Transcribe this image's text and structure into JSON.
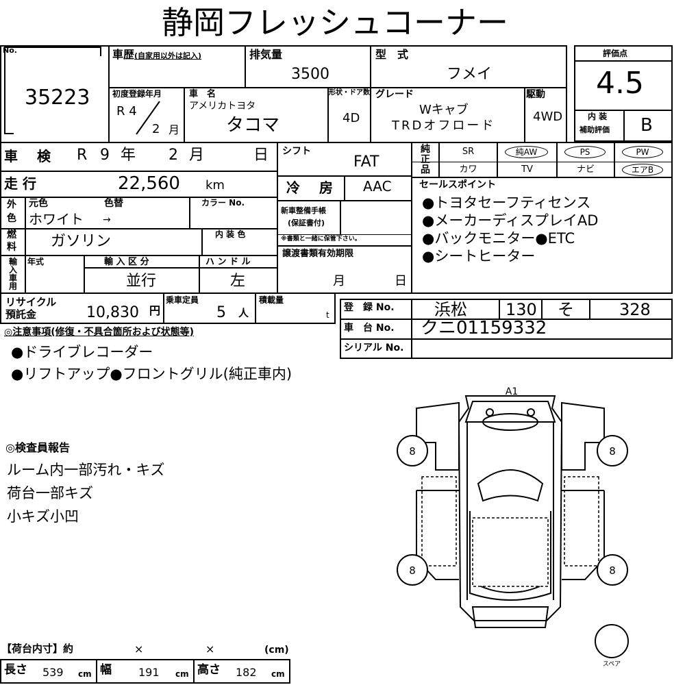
{
  "title": "静岡フレッシュコーナー",
  "lot": {
    "label": "No.",
    "value": "35223"
  },
  "history": {
    "label": "車歴",
    "note": "(自家用以外は記入)",
    "value": ""
  },
  "displacement": {
    "label": "排気量",
    "value": "3500"
  },
  "model_type": {
    "label": "型　式",
    "value": "フメイ"
  },
  "score": {
    "label": "評価点",
    "value": "4.5",
    "interior_label_1": "内 装",
    "interior_label_2": "補助評価",
    "interior_value": "B"
  },
  "first_reg": {
    "label": "初度登録年月",
    "year": "R 4",
    "month": "2",
    "month_unit": "月"
  },
  "car_name": {
    "label": "車　名",
    "maker": "アメリカトヨタ",
    "value": "タコマ"
  },
  "body": {
    "label": "形状・ドア数",
    "value": "4D"
  },
  "grade": {
    "label": "グレード",
    "line1": "Wキャブ",
    "line2": "TRDオフロード"
  },
  "drive": {
    "label": "駆動",
    "value": "4WD"
  },
  "inspection": {
    "label": "車　検",
    "era": "R",
    "year": "9",
    "year_unit": "年",
    "month": "2",
    "month_unit": "月",
    "day_unit": "日"
  },
  "shift": {
    "label": "シフト",
    "value": "FAT"
  },
  "mileage": {
    "label": "走 行",
    "value": "22,560",
    "unit": "km"
  },
  "ac": {
    "label": "冷　房",
    "value": "AAC"
  },
  "exterior": {
    "side_label_1": "外",
    "side_label_2": "色",
    "orig_label": "元色",
    "change_label": "色替",
    "color_no_label": "カラー No.",
    "value": "ホワイト",
    "arrow": "→"
  },
  "fuel": {
    "side_label_1": "燃",
    "side_label_2": "料",
    "interior_color_label": "内 装 色",
    "value": "ガソリン"
  },
  "warranty": {
    "label_1": "新車整備手帳",
    "label_2": "(保証書付)",
    "note": "※書類と一緒に保管下さい。"
  },
  "import": {
    "side_label": "輸入車用",
    "year_label": "年式",
    "type_label": "輸 入 区 分",
    "handle_label": "ハ ン ド ル",
    "type_value": "並行",
    "handle_value": "左"
  },
  "transfer": {
    "label": "譲渡書類有効期限",
    "month_unit": "月",
    "day_unit": "日"
  },
  "equipment": {
    "side_label": "純正品",
    "row1": [
      "SR",
      "純AW",
      "PS",
      "PW"
    ],
    "row2": [
      "カワ",
      "TV",
      "ナビ",
      "エアB"
    ],
    "circled": [
      "純AW",
      "PS",
      "PW",
      "エアB"
    ]
  },
  "sales_points": {
    "label": "セールスポイント",
    "items": [
      "●トヨタセーフティセンス",
      "●メーカーディスプレイAD",
      "●バックモニター●ETC",
      "●シートヒーター"
    ]
  },
  "recycle": {
    "label_1": "リサイクル",
    "label_2": "預託金",
    "value": "10,830",
    "unit": "円"
  },
  "capacity": {
    "label": "乗車定員",
    "value": "5",
    "unit": "人"
  },
  "load": {
    "label": "積載量",
    "unit": "t"
  },
  "registration": {
    "label": "登　録 No.",
    "area": "浜松",
    "class": "130",
    "kana": "そ",
    "number": "328"
  },
  "chassis": {
    "label": "車　台 No.",
    "value": "クニ01159332"
  },
  "serial": {
    "label": "シリアル No.",
    "value": ""
  },
  "notes": {
    "label": "◎注意事項(修復・不具合箇所および状態等)",
    "items": [
      "●ドライブレコーダー",
      "●リフトアップ●フロントグリル(純正車内)"
    ]
  },
  "inspector": {
    "label": "◎検査員報告",
    "items": [
      "ルーム内一部汚れ・キズ",
      "荷台一部キズ",
      "小キズ小凹"
    ]
  },
  "diagram": {
    "marker": "A1",
    "tire_values": [
      "8",
      "8",
      "8",
      "8"
    ],
    "spare_label": "スペア"
  },
  "cargo": {
    "label": "【荷台内寸】約",
    "x1": "×",
    "x2": "×",
    "unit_label": "(cm)",
    "length_label": "長さ",
    "length": "539",
    "width_label": "幅",
    "width": "191",
    "height_label": "高さ",
    "height": "182",
    "unit": "cm"
  }
}
